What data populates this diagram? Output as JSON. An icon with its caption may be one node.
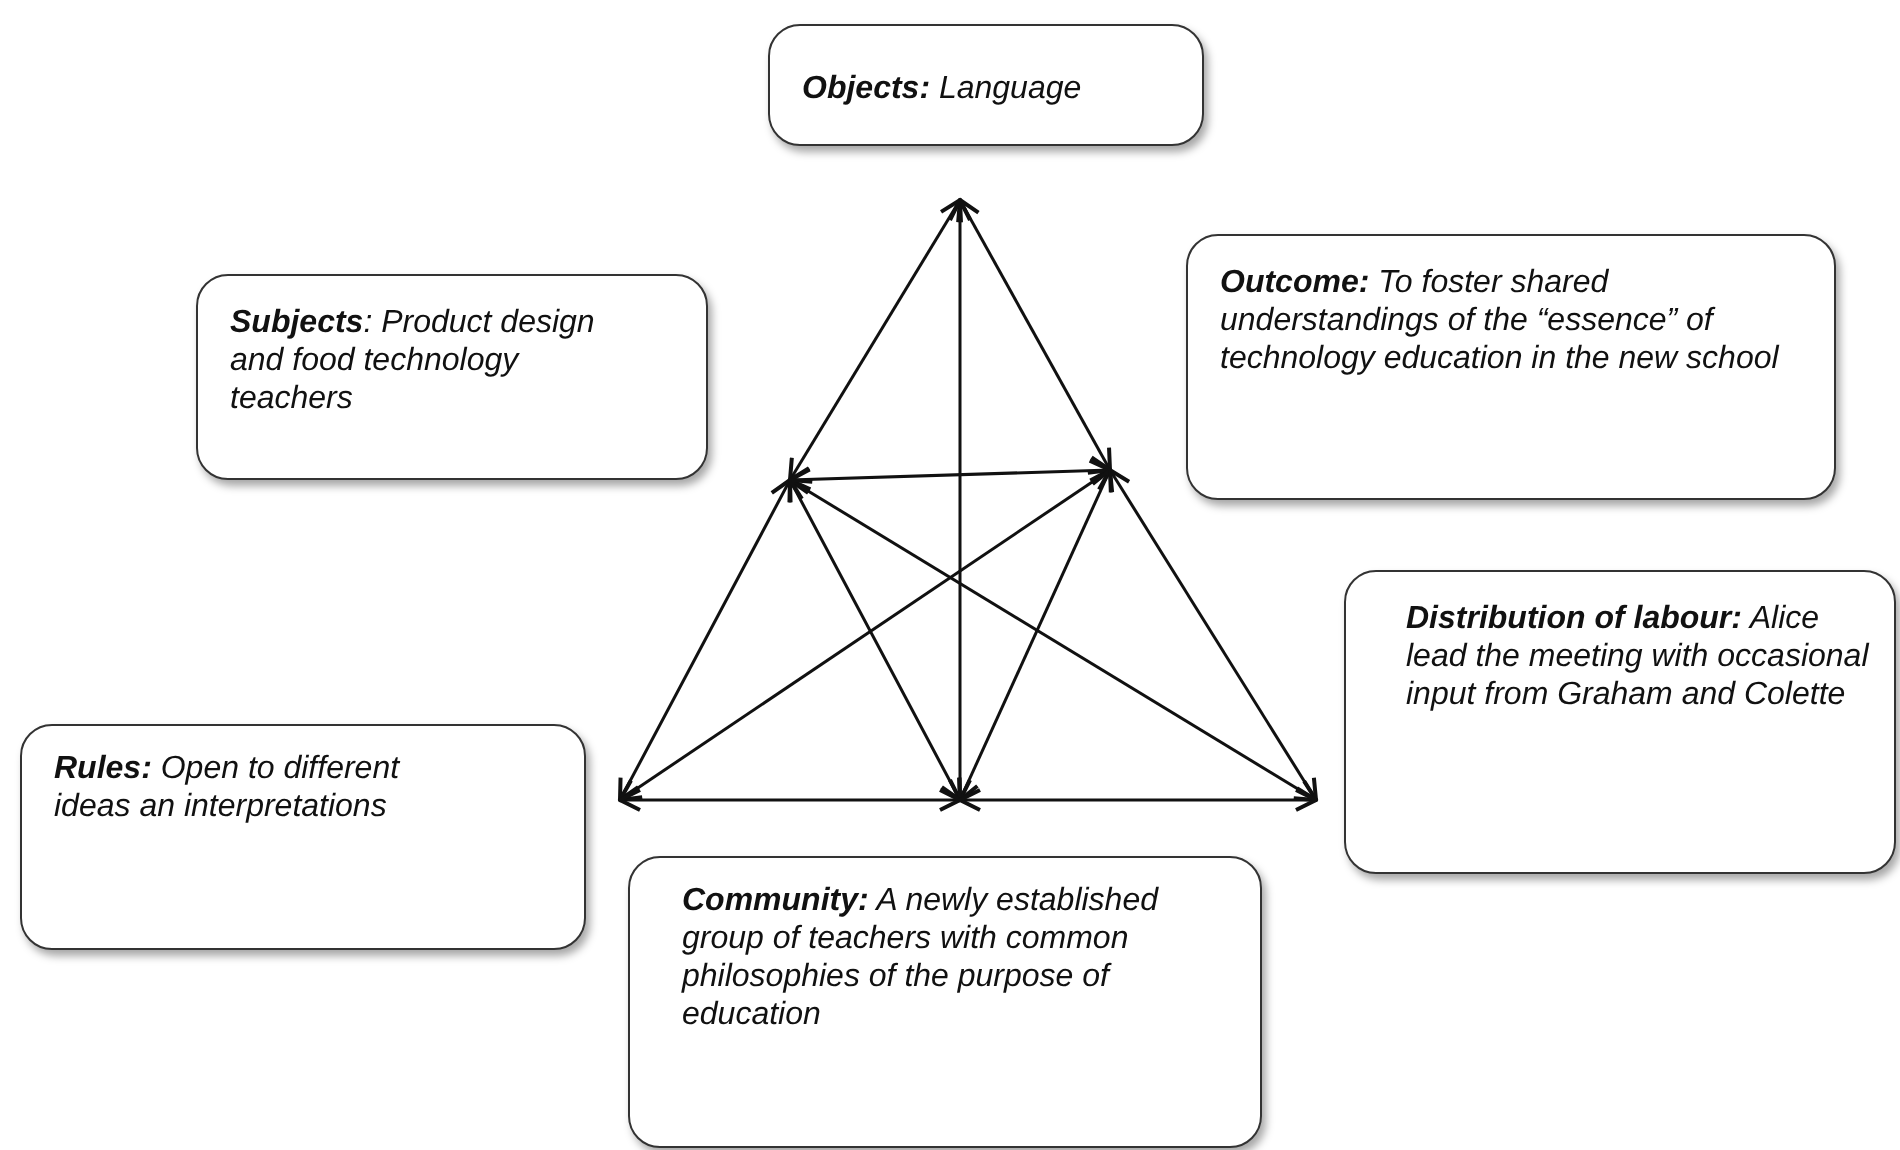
{
  "diagram": {
    "nodes": [
      {
        "text": [
          "**Objects:** Language"
        ]
      },
      {
        "text": [
          "**Subjects**: Product design and food technology teachers"
        ]
      },
      {
        "text": [
          "**Outcome:** To foster shared understandings of the “essence” of technology education in the new school"
        ]
      },
      {
        "text": [
          "**Distribution of labour:** Alice lead the meeting with occasional input from Graham and Colette"
        ]
      },
      {
        "text": [
          "**Rules:** Open to different ideas an interpretations"
        ]
      },
      {
        "text": [
          "**Community:** A newly established group of teachers with common philosophies of the purpose of education"
        ]
      }
    ],
    "edges": [
      {
        "from": 0,
        "to": 1,
        "arrow": "both"
      },
      {
        "from": 0,
        "to": 2,
        "arrow": "both"
      },
      {
        "from": 0,
        "to": 5,
        "arrow": "both"
      },
      {
        "from": 1,
        "to": 2,
        "arrow": "both"
      },
      {
        "from": 1,
        "to": 4,
        "arrow": "both"
      },
      {
        "from": 1,
        "to": 5,
        "arrow": "both"
      },
      {
        "from": 1,
        "to": 3,
        "arrow": "both"
      },
      {
        "from": 2,
        "to": 4,
        "arrow": "both"
      },
      {
        "from": 2,
        "to": 5,
        "arrow": "both"
      },
      {
        "from": 2,
        "to": 3,
        "arrow": "both"
      },
      {
        "from": 4,
        "to": 5,
        "arrow": "both"
      },
      {
        "from": 5,
        "to": 3,
        "arrow": "both"
      }
    ]
  }
}
